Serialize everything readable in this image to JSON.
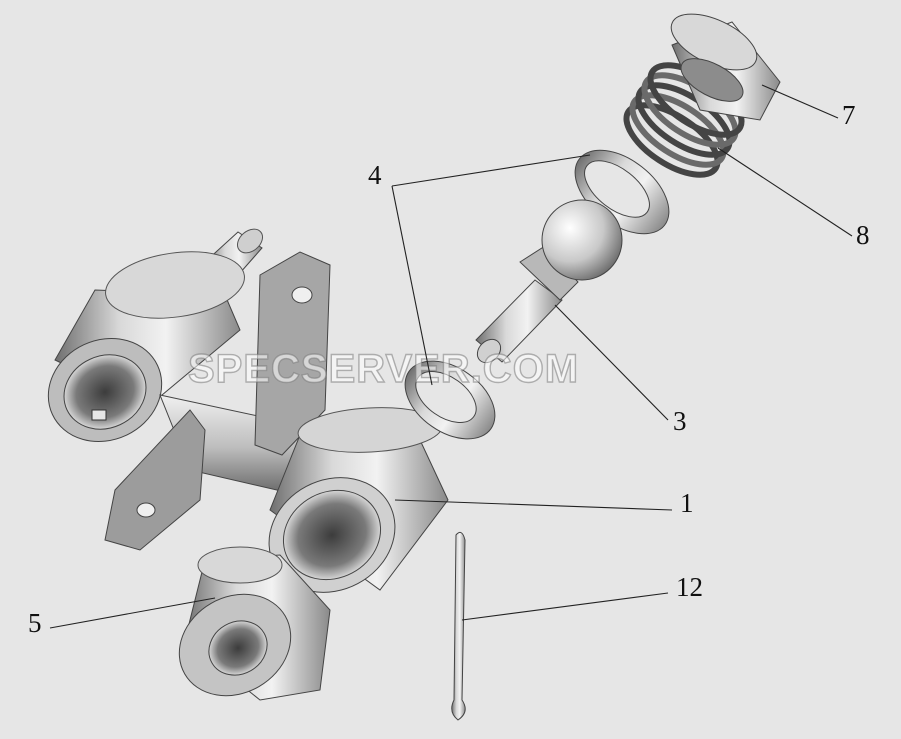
{
  "diagram": {
    "watermark": "SPECSERVER.COM",
    "callouts": [
      {
        "id": "1",
        "label": "1"
      },
      {
        "id": "3",
        "label": "3"
      },
      {
        "id": "4",
        "label": "4"
      },
      {
        "id": "5",
        "label": "5"
      },
      {
        "id": "7",
        "label": "7"
      },
      {
        "id": "8",
        "label": "8"
      },
      {
        "id": "12",
        "label": "12"
      }
    ]
  }
}
